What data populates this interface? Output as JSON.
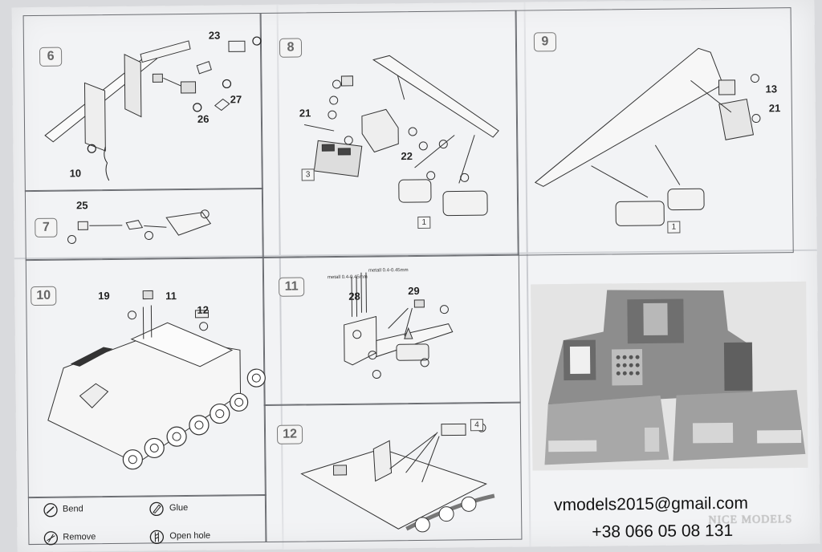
{
  "steps": {
    "s6": "6",
    "s7": "7",
    "s8": "8",
    "s9": "9",
    "s10": "10",
    "s11": "11",
    "s12": "12"
  },
  "part_numbers": {
    "p23": "23",
    "p27": "27",
    "p26": "26",
    "p10": "10",
    "p25": "25",
    "p21a": "21",
    "p22": "22",
    "p13": "13",
    "p21b": "21",
    "p19": "19",
    "p11": "11",
    "p12": "12",
    "p28": "28",
    "p29": "29"
  },
  "sprue_refs": {
    "r3": "3",
    "r1a": "1",
    "r1b": "1",
    "r4": "4"
  },
  "wire_labels": {
    "w1": "metall 0.4-0.45mm",
    "w2": "metall 0.4-0.45mm"
  },
  "legend": {
    "bend": "Bend",
    "glue": "Glue",
    "remove": "Remove",
    "open_hole": "Open hole"
  },
  "contact": {
    "email": "vmodels2015@gmail.com",
    "phone": "+38 066 05 08 131"
  },
  "watermark": "NICE MODELS",
  "colors": {
    "paper": "#f2f3f5",
    "ink": "#222222",
    "border": "#6b6d72"
  }
}
